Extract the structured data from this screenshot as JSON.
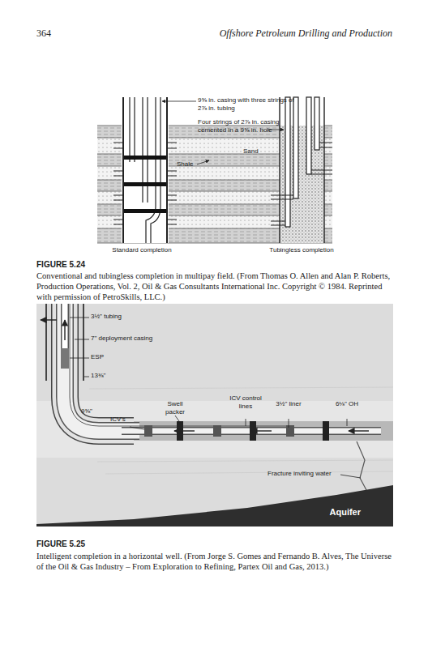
{
  "diagram": {
    "nodes": [
      {
        "text": [
          "Aquifer"
        ]
      }
    ],
    "labels": [
      "364",
      "Offshore Petroleum Drilling and Production",
      "9⅝ in. casing with three strings of 2⅞ in. tubing",
      "Four strings of 2⅞ in. casing cemented in a 9⅝ in. hole",
      "Sand",
      "Shale",
      "Standard completion",
      "Tubingless completion",
      "FIGURE 5.24",
      "Conventional and tubingless completion in multipay field. (From Thomas O. Allen and Alan P. Roberts, Production Operations, Vol. 2, Oil & Gas Consultants International Inc. Copyright © 1984. Reprinted with permission of PetroSkills, LLC.)",
      "3½\" tubing",
      "7\" deployment casing",
      "ESP",
      "13⅜\"",
      "9⅝\"",
      "ICV's",
      "Swell packer",
      "ICV control lines",
      "3½\" liner",
      "6⅛\" OH",
      "Fracture inviting water",
      "FIGURE 5.25",
      "Intelligent completion in a horizontal well. (From Jorge S. Gomes and Fernando B. Alves, The Universe of the Oil & Gas Industry – From Exploration to Refining, Partex Oil and Gas, 2013.)"
    ]
  }
}
